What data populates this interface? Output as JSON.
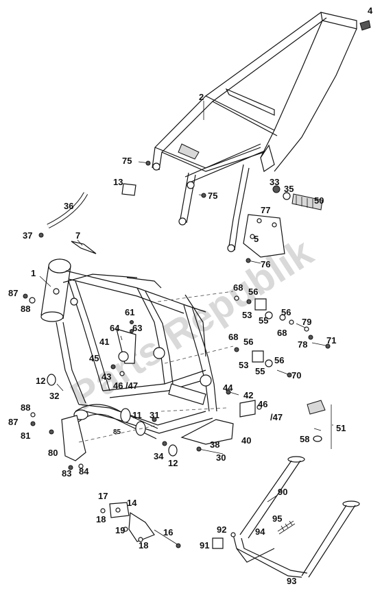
{
  "watermark": "Parts Republik",
  "labels": {
    "l1": "1",
    "l2": "2",
    "l4": "4",
    "l5": "5",
    "l7": "7",
    "l11": "11",
    "l12a": "12",
    "l12b": "12",
    "l13": "13",
    "l14": "14",
    "l16": "16",
    "l17": "17",
    "l18a": "18",
    "l18b": "18",
    "l19": "19",
    "l30": "30",
    "l31": "31",
    "l32": "32",
    "l33": "33",
    "l34": "34",
    "l35": "35",
    "l36": "36",
    "l37": "37",
    "l38": "38",
    "l40": "40",
    "l41": "41",
    "l42": "42",
    "l43": "43",
    "l44": "44",
    "l45": "45",
    "l46a": "46",
    "l46b": "46",
    "l47a": "/47",
    "l47b": "/47",
    "l50": "50",
    "l51": "51",
    "l53a": "53",
    "l53b": "53",
    "l55a": "55",
    "l55b": "55",
    "l56a": "56",
    "l56b": "56",
    "l56c": "56",
    "l56d": "56",
    "l58": "58",
    "l61": "61",
    "l63": "63",
    "l64": "64",
    "l68a": "68",
    "l68b": "68",
    "l68c": "68",
    "l70": "70",
    "l71": "71",
    "l75a": "75",
    "l75b": "75",
    "l76": "76",
    "l77": "77",
    "l78": "78",
    "l79": "79",
    "l80": "80",
    "l81": "81",
    "l83": "83",
    "l84": "84",
    "l85": "85",
    "l87a": "87",
    "l87b": "87",
    "l88a": "88",
    "l88b": "88",
    "l90": "90",
    "l91": "91",
    "l92": "92",
    "l93": "93",
    "l94": "94",
    "l95": "95"
  }
}
